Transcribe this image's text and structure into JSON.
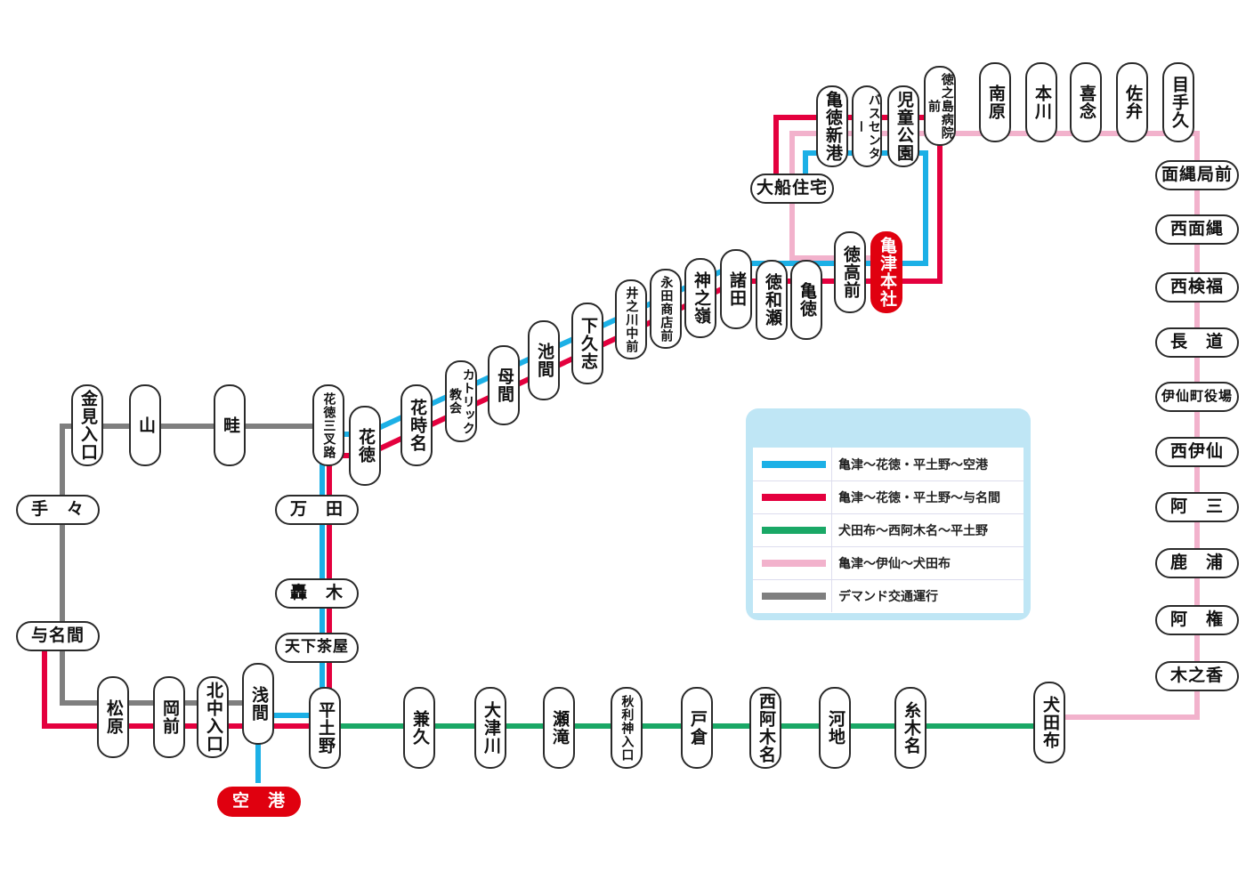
{
  "colors": {
    "blue": "#1cb0e6",
    "red": "#e4003e",
    "green": "#1aa866",
    "pink": "#f2b2cc",
    "gray": "#7f7f7f",
    "station_red": "#e0000f"
  },
  "legend": [
    {
      "color": "#1cb0e6",
      "label": "亀津〜花徳・平土野〜空港"
    },
    {
      "color": "#e4003e",
      "label": "亀津〜花徳・平土野〜与名間"
    },
    {
      "color": "#1aa866",
      "label": "犬田布〜西阿木名〜平土野"
    },
    {
      "color": "#f2b2cc",
      "label": "亀津〜伊仙〜犬田布"
    },
    {
      "color": "#7f7f7f",
      "label": "デマンド交通運行"
    }
  ],
  "stations": {
    "kamedoku_shinko": "亀徳新港",
    "bus_center": "バスセンター",
    "jido_koen": "児童公園",
    "tokushima_byoin": "徳之島病院前",
    "minamihara": "南原",
    "hongawa": "本川",
    "kinen": "喜念",
    "saben": "佐弁",
    "metegu": "目手久",
    "omonawa_kyoku": "面縄局前",
    "nishi_omonawa": "西面縄",
    "nishi_kenpuku": "西検福",
    "nagamichi": "長　道",
    "isen_yakuba": "伊仙町役場",
    "nishi_isen": "西伊仙",
    "asan": "阿　三",
    "kaura": "鹿　浦",
    "agon": "阿　権",
    "kinoko": "木之香",
    "inutabu": "犬田布",
    "ofune_jutaku": "大船住宅",
    "kametsu_honsha": "亀津本社",
    "tokko_mae": "徳高前",
    "kametoku": "亀徳",
    "towase": "徳和瀬",
    "moroda": "諸田",
    "kaminomine": "神之嶺",
    "nagata_shoten": "永田商店前",
    "inokawa_chugaku": "井之川中前",
    "shimokushi": "下久志",
    "ikema": "池間",
    "boma": "母間",
    "catholic": "カトリック教会",
    "ketoku_toma": "花時名",
    "ketoku": "花徳",
    "ketoku_sanmichi": "花徳三叉路",
    "kanami_iriguchi": "金見入口",
    "yama": "山",
    "aze": "畦",
    "mada": "万　田",
    "todoroki": "轟　木",
    "tenka_chaya": "天下茶屋",
    "tete": "手　々",
    "yonama": "与名間",
    "matsubara": "松原",
    "okamae": "岡前",
    "kitanaka": "北中入口",
    "asama": "浅間",
    "heta": "平土野",
    "kuko": "空　港",
    "kaneku": "兼久",
    "otsukawa": "大津川",
    "setaki": "瀬滝",
    "akiri": "秋利神入口",
    "toguchi": "戸倉",
    "nishi_agina": "西阿木名",
    "kawachi": "河地",
    "itoki": "糸木名"
  }
}
